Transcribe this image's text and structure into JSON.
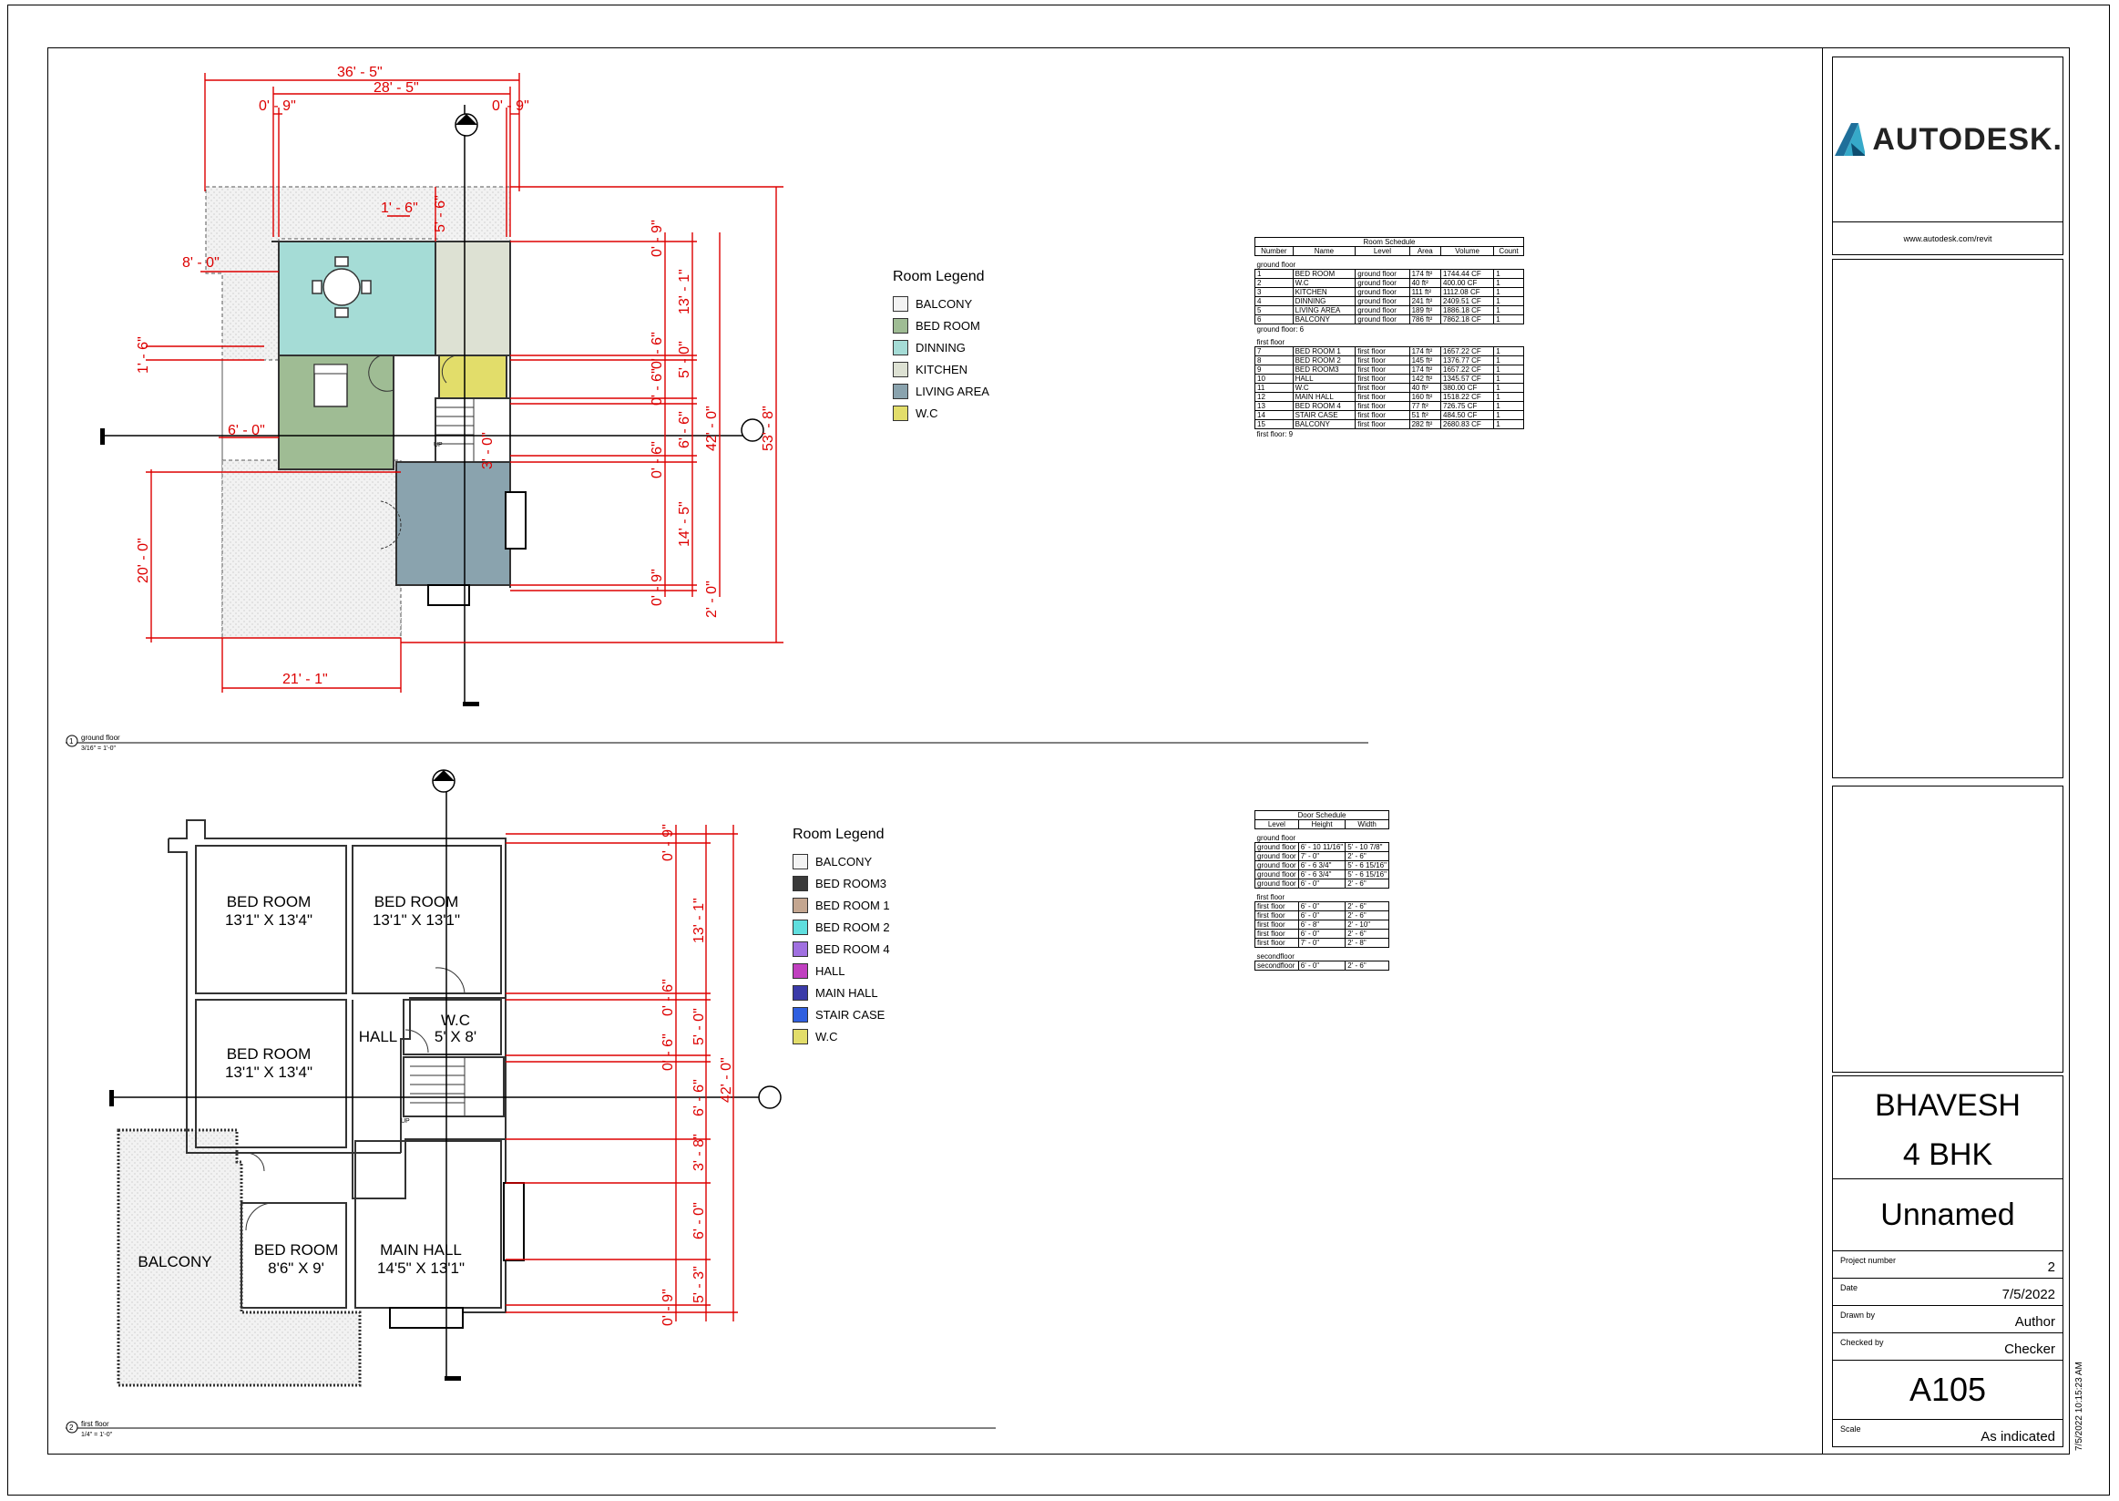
{
  "titleblock": {
    "brand": "AUTODESK.",
    "url": "www.autodesk.com/revit",
    "client": "BHAVESH",
    "project": "4 BHK",
    "sheet_name": "Unnamed",
    "fields": [
      {
        "label": "Project number",
        "value": "2"
      },
      {
        "label": "Date",
        "value": "7/5/2022"
      },
      {
        "label": "Drawn by",
        "value": "Author"
      },
      {
        "label": "Checked by",
        "value": "Checker"
      }
    ],
    "sheet_number": "A105",
    "scale_label": "Scale",
    "scale_value": "As indicated",
    "print_stamp": "7/5/2022 10:15:23 AM"
  },
  "views": {
    "ground": {
      "num": "1",
      "title": "ground floor",
      "scale": "3/16\" = 1'-0\""
    },
    "first": {
      "num": "2",
      "title": "first floor",
      "scale": "1/4\" = 1'-0\""
    }
  },
  "legend_ground": {
    "title": "Room Legend",
    "items": [
      {
        "label": "BALCONY",
        "color": "#f3f3f3"
      },
      {
        "label": "BED ROOM",
        "color": "#9fbc94"
      },
      {
        "label": "DINNING",
        "color": "#a5dcd6"
      },
      {
        "label": "KITCHEN",
        "color": "#dde1d3"
      },
      {
        "label": "LIVING AREA",
        "color": "#8aa3ae"
      },
      {
        "label": "W.C",
        "color": "#e2dd6a"
      }
    ]
  },
  "legend_first": {
    "title": "Room Legend",
    "items": [
      {
        "label": "BALCONY",
        "color": "#f3f3f3"
      },
      {
        "label": "BED ROOM3",
        "color": "#3a3a3a"
      },
      {
        "label": "BED ROOM 1",
        "color": "#c4a690"
      },
      {
        "label": "BED ROOM 2",
        "color": "#5fdede"
      },
      {
        "label": "BED ROOM 4",
        "color": "#a070e0"
      },
      {
        "label": "HALL",
        "color": "#c040c0"
      },
      {
        "label": "MAIN HALL",
        "color": "#3a3aa8"
      },
      {
        "label": "STAIR CASE",
        "color": "#2f5fe0"
      },
      {
        "label": "W.C",
        "color": "#e2dd6a"
      }
    ]
  },
  "room_schedule": {
    "title": "Room Schedule",
    "headers": [
      "Number",
      "Name",
      "Level",
      "Area",
      "Volume",
      "Count"
    ],
    "groups": [
      {
        "name": "ground floor",
        "rows": [
          [
            "1",
            "BED ROOM",
            "ground floor",
            "174 ft²",
            "1744.44 CF",
            "1"
          ],
          [
            "2",
            "W.C",
            "ground floor",
            "40 ft²",
            "400.00 CF",
            "1"
          ],
          [
            "3",
            "KITCHEN",
            "ground floor",
            "111 ft²",
            "1112.08 CF",
            "1"
          ],
          [
            "4",
            "DINNING",
            "ground floor",
            "241 ft²",
            "2409.51 CF",
            "1"
          ],
          [
            "5",
            "LIVING AREA",
            "ground floor",
            "189 ft²",
            "1886.18 CF",
            "1"
          ],
          [
            "6",
            "BALCONY",
            "ground floor",
            "786 ft²",
            "7862.18 CF",
            "1"
          ]
        ],
        "total": "ground floor: 6"
      },
      {
        "name": "first floor",
        "rows": [
          [
            "7",
            "BED ROOM 1",
            "first floor",
            "174 ft²",
            "1657.22 CF",
            "1"
          ],
          [
            "8",
            "BED ROOM 2",
            "first floor",
            "145 ft²",
            "1376.77 CF",
            "1"
          ],
          [
            "9",
            "BED ROOM3",
            "first floor",
            "174 ft²",
            "1657.22 CF",
            "1"
          ],
          [
            "10",
            "HALL",
            "first floor",
            "142 ft²",
            "1345.57 CF",
            "1"
          ],
          [
            "11",
            "W.C",
            "first floor",
            "40 ft²",
            "380.00 CF",
            "1"
          ],
          [
            "12",
            "MAIN HALL",
            "first floor",
            "160 ft²",
            "1518.22 CF",
            "1"
          ],
          [
            "13",
            "BED ROOM 4",
            "first floor",
            "77 ft²",
            "726.75 CF",
            "1"
          ],
          [
            "14",
            "STAIR CASE",
            "first floor",
            "51 ft²",
            "484.50 CF",
            "1"
          ],
          [
            "15",
            "BALCONY",
            "first floor",
            "282 ft²",
            "2680.83 CF",
            "1"
          ]
        ],
        "total": "first floor: 9"
      }
    ]
  },
  "door_schedule": {
    "title": "Door Schedule",
    "headers": [
      "Level",
      "Height",
      "Width"
    ],
    "groups": [
      {
        "name": "ground floor",
        "rows": [
          [
            "ground floor",
            "6' - 10 11/16\"",
            "5' - 10 7/8\""
          ],
          [
            "ground floor",
            "7' - 0\"",
            "2' - 6\""
          ],
          [
            "ground floor",
            "6' - 6 3/4\"",
            "5' - 6 15/16\""
          ],
          [
            "ground floor",
            "6' - 6 3/4\"",
            "5' - 6 15/16\""
          ],
          [
            "ground floor",
            "6' - 0\"",
            "2' - 6\""
          ]
        ]
      },
      {
        "name": "first floor",
        "rows": [
          [
            "first floor",
            "6' - 0\"",
            "2' - 6\""
          ],
          [
            "first floor",
            "6' - 0\"",
            "2' - 6\""
          ],
          [
            "first floor",
            "6' - 8\"",
            "2' - 10\""
          ],
          [
            "first floor",
            "6' - 0\"",
            "2' - 6\""
          ],
          [
            "first floor",
            "7' - 0\"",
            "2' - 8\""
          ]
        ]
      },
      {
        "name": "secondfloor",
        "rows": [
          [
            "secondfloor",
            "6' - 0\"",
            "2' - 6\""
          ]
        ]
      }
    ]
  },
  "ground_plan": {
    "dims": [
      "36' - 5\"",
      "28' - 5\"",
      "0' - 9\"",
      "0' - 9\"",
      "1' - 6\"",
      "5' - 6\"",
      "8' - 0\"",
      "1' - 6\"",
      "6' - 0\"",
      "20' - 0\"",
      "21' - 1\"",
      "0' - 9\"",
      "13' - 1\"",
      "0' - 6\"",
      "5' - 0\"",
      "0' - 6\"",
      "6' - 6\"",
      "3' - 0\"",
      "0' - 6\"",
      "14' - 5\"",
      "0' - 9\"",
      "42' - 0\"",
      "2' - 0\"",
      "53' - 8\""
    ],
    "up_label": "UP"
  },
  "first_plan": {
    "rooms": [
      {
        "name": "BED ROOM",
        "size": "13'1\" X 13'4\""
      },
      {
        "name": "BED ROOM",
        "size": "13'1\" X 13'1\""
      },
      {
        "name": "BED ROOM",
        "size": "13'1\" X 13'4\""
      },
      {
        "name": "HALL",
        "size": ""
      },
      {
        "name": "W.C",
        "size": "5' X 8'"
      },
      {
        "name": "BALCONY",
        "size": ""
      },
      {
        "name": "BED ROOM",
        "size": "8'6\" X 9'"
      },
      {
        "name": "MAIN HALL",
        "size": "14'5\" X 13'1\""
      }
    ],
    "dims": [
      "0' - 9\"",
      "13' - 1\"",
      "0' - 6\"",
      "5' - 0\"",
      "0' - 6\"",
      "6' - 6\"",
      "3' - 8\"",
      "6' - 0\"",
      "5' - 3\"",
      "0' - 9\"",
      "42' - 0\""
    ],
    "up_label": "UP"
  }
}
